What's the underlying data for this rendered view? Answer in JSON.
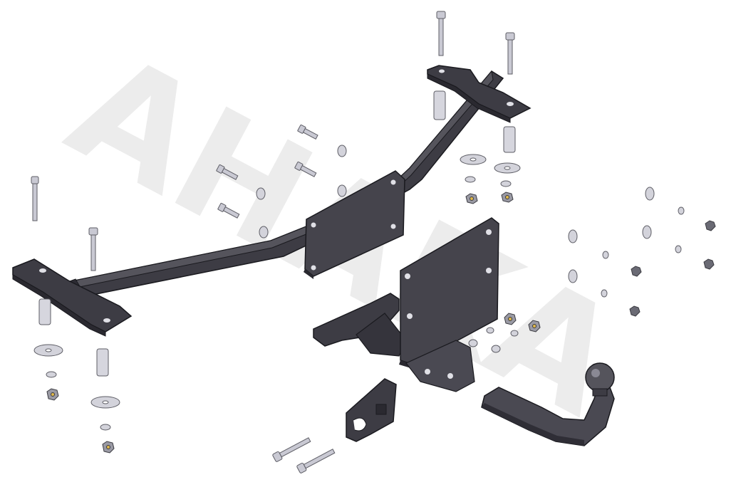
{
  "watermark": {
    "text": "AHAKA"
  },
  "colors": {
    "steel_dark": "#3d3c44",
    "steel_mid": "#55545c",
    "steel_light": "#73727c",
    "edge": "#1a1a1f",
    "hardware": "#c9c9d3",
    "hardware_edge": "#5e5e66",
    "watermark": "#ececec",
    "background": "#ffffff"
  },
  "parts": [
    {
      "name": "main-crossbar",
      "type": "tube-beam"
    },
    {
      "name": "left-mounting-bracket",
      "type": "plate"
    },
    {
      "name": "right-mounting-bracket",
      "type": "plate"
    },
    {
      "name": "center-reinforcement-plate",
      "type": "plate"
    },
    {
      "name": "towbar-receiver-plate",
      "type": "plate"
    },
    {
      "name": "tow-ball-neck",
      "type": "ball-mount"
    },
    {
      "name": "socket-bracket",
      "type": "bracket"
    },
    {
      "name": "mounting-bolts",
      "type": "fastener"
    },
    {
      "name": "spacer-sleeves",
      "type": "fastener"
    },
    {
      "name": "washers",
      "type": "fastener"
    },
    {
      "name": "nuts",
      "type": "fastener"
    }
  ]
}
